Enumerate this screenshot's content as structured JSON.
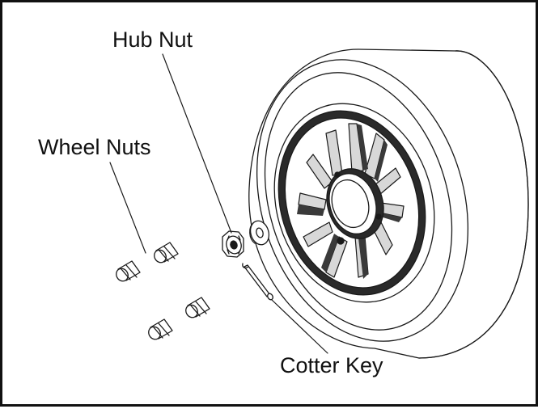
{
  "labels": {
    "hub_nut": "Hub Nut",
    "wheel_nuts": "Wheel Nuts",
    "cotter_key": "Cotter Key"
  },
  "colors": {
    "stroke": "#1a1a1a",
    "frame": "#111111",
    "fill": "#ffffff"
  }
}
